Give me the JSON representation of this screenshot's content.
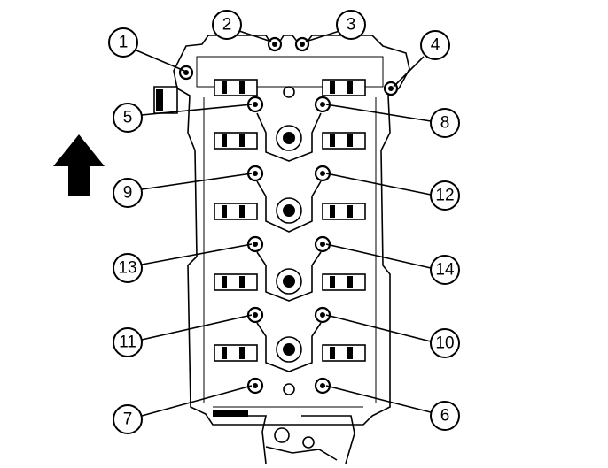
{
  "diagram": {
    "callouts": [
      {
        "id": "1",
        "label": "1"
      },
      {
        "id": "2",
        "label": "2"
      },
      {
        "id": "3",
        "label": "3"
      },
      {
        "id": "4",
        "label": "4"
      },
      {
        "id": "5",
        "label": "5"
      },
      {
        "id": "6",
        "label": "6"
      },
      {
        "id": "7",
        "label": "7"
      },
      {
        "id": "8",
        "label": "8"
      },
      {
        "id": "9",
        "label": "9"
      },
      {
        "id": "10",
        "label": "10"
      },
      {
        "id": "11",
        "label": "11"
      },
      {
        "id": "12",
        "label": "12"
      },
      {
        "id": "13",
        "label": "13"
      },
      {
        "id": "14",
        "label": "14"
      }
    ],
    "direction_arrow": "up-arrow-icon",
    "colors": {
      "ink": "#000000",
      "paper": "#ffffff"
    }
  }
}
